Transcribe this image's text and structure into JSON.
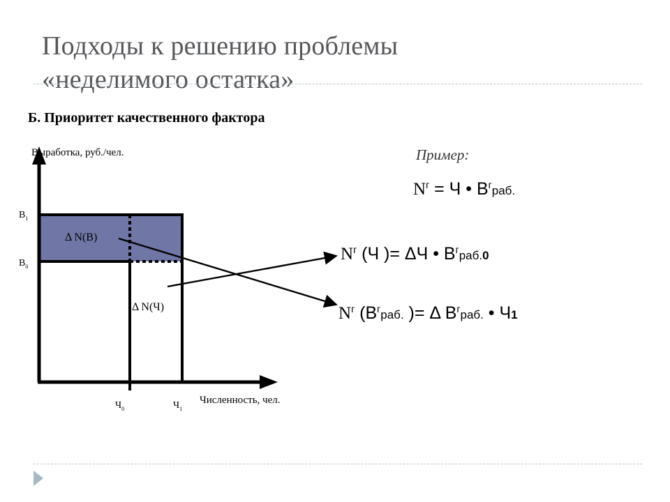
{
  "slide": {
    "title_line1": "Подходы к решению проблемы",
    "title_line2": "«неделимого остатка»",
    "subtitle": "Б. Приоритет качественного фактора"
  },
  "diagram": {
    "y_axis_label": "Выработка, руб./чел.",
    "x_axis_label": "Численность, чел.",
    "y_ticks": [
      {
        "main": "В",
        "sub": "1"
      },
      {
        "main": "В",
        "sub": "0"
      }
    ],
    "x_ticks": [
      {
        "main": "Ч",
        "sub": "0"
      },
      {
        "main": "Ч",
        "sub": "1"
      }
    ],
    "region_b_label": "Δ N(В)",
    "region_ch_label": "Δ N(Ч)",
    "colors": {
      "shaded_region": "#7076a6",
      "lines": "#000000"
    }
  },
  "example": {
    "label": "Пример:",
    "formula1": {
      "n": "N",
      "n_sup": "г",
      "eq": " = Ч • В",
      "b_sup": "г",
      "suffix": "раб."
    },
    "formula2": {
      "n": "N",
      "n_sup": "г",
      "open": " (Ч )= ΔЧ • В",
      "b_sup": "г",
      "suffix": "раб.",
      "index": "0"
    },
    "formula3": {
      "n": "N",
      "n_sup": "г",
      "open": " (В",
      "b_sup1": "г",
      "suffix1": "раб.",
      "mid": " )= Δ В",
      "b_sup2": "г",
      "suffix2": "раб.",
      "tail": " • Ч",
      "index": "1"
    }
  },
  "icons": {
    "bullet": "triangle-right-icon"
  }
}
